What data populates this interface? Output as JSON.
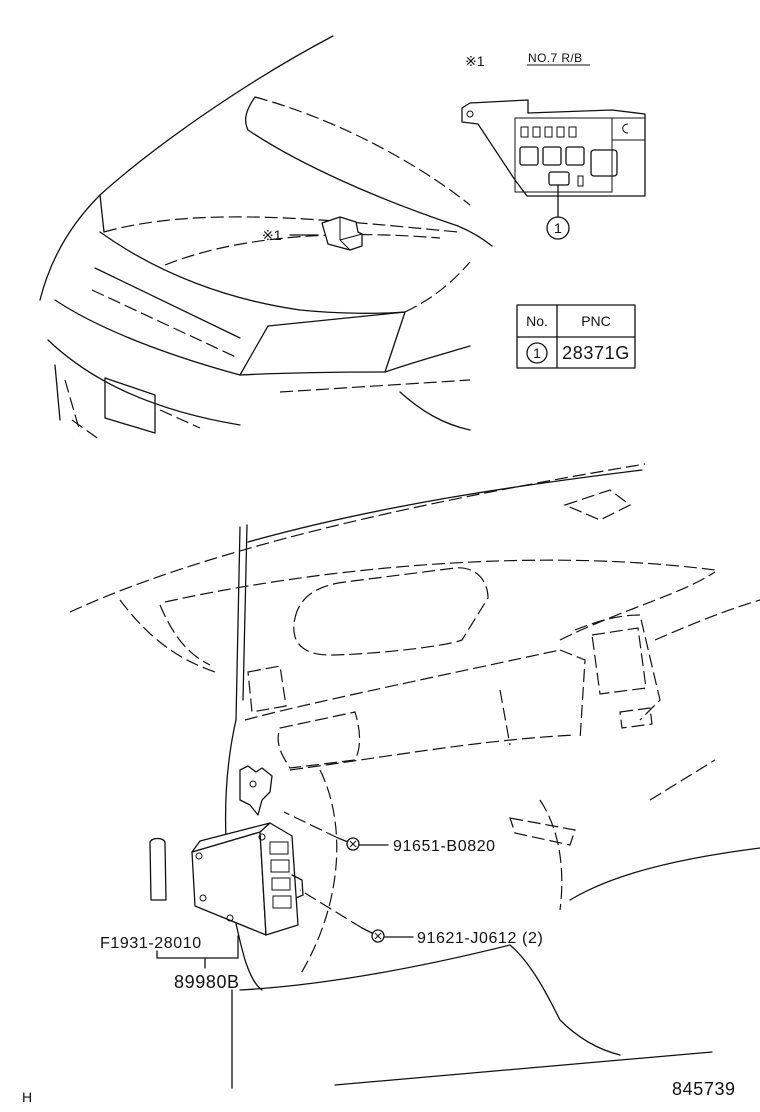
{
  "diagram": {
    "callout_ref_top": "※1",
    "relay_block_label": "NO.7 R/B",
    "callout_ref_hood": "※1",
    "callout_number": "1"
  },
  "parts_table": {
    "headers": [
      "No.",
      "PNC"
    ],
    "rows": [
      {
        "no": "1",
        "pnc": "28371G"
      }
    ]
  },
  "part_labels": {
    "bolt_upper": "91651-B0820",
    "bolt_lower": "91621-J0612 (2)",
    "cover": "F1931-28010",
    "ecu": "89980B"
  },
  "footer": {
    "section_code": "H",
    "illustration_number": "845739"
  }
}
